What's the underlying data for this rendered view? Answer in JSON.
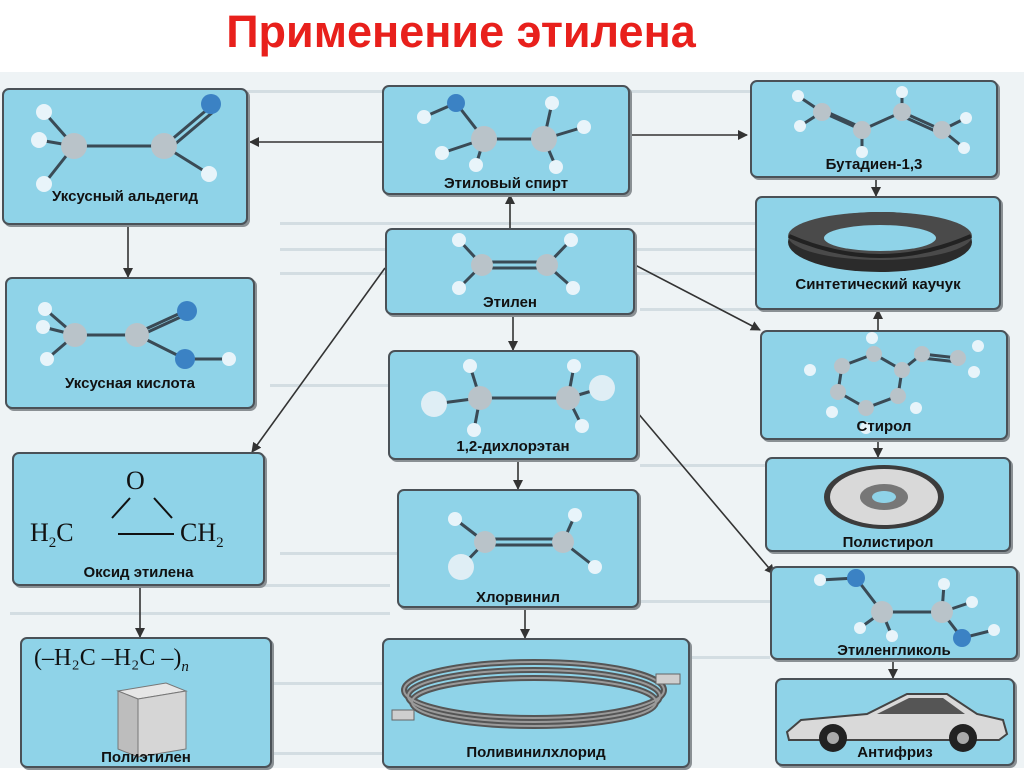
{
  "title": "Применение этилена",
  "colors": {
    "title": "#e8201c",
    "box": "#8fd3e8",
    "arrow": "#333333"
  },
  "boxes": {
    "acetaldehyde": {
      "label": "Уксусный альдегид",
      "icon": "acetaldehyde-molecule-model"
    },
    "ethanol": {
      "label": "Этиловый спирт",
      "icon": "ethanol-molecule-model"
    },
    "butadiene": {
      "label": "Бутадиен-1,3",
      "icon": "butadiene-molecule-model"
    },
    "ethylene": {
      "label": "Этилен",
      "icon": "ethylene-molecule-model"
    },
    "rubber": {
      "label": "Синтетический каучук",
      "icon": "tire-icon"
    },
    "acetic_acid": {
      "label": "Уксусная кислота",
      "icon": "acetic-acid-molecule-model"
    },
    "dichloroethane": {
      "label": "1,2-дихлорэтан",
      "icon": "dichloroethane-molecule-model"
    },
    "styrene": {
      "label": "Стирол",
      "icon": "styrene-molecule-model"
    },
    "ethylene_oxide": {
      "label": "Оксид этилена",
      "formula": {
        "o": "O",
        "left": "H",
        "left_sub": "2",
        "left_c": "C",
        "right": "CH",
        "right_sub": "2"
      }
    },
    "polystyrene": {
      "label": "Полистирол",
      "icon": "disc-icon"
    },
    "vinyl_chloride": {
      "label": "Хлорвинил",
      "icon": "vinyl-chloride-molecule-model"
    },
    "ethylene_glycol": {
      "label": "Этиленгликоль",
      "icon": "ethylene-glycol-molecule-model"
    },
    "polyethylene": {
      "label": "Полиэтилен",
      "formula": "(–H₂C –H₂C –)",
      "formula_sub": "n",
      "icon": "container-icon"
    },
    "pvc": {
      "label": "Поливинилхлорид",
      "icon": "hose-icon"
    },
    "antifreeze": {
      "label": "Антифриз",
      "icon": "car-icon"
    }
  }
}
